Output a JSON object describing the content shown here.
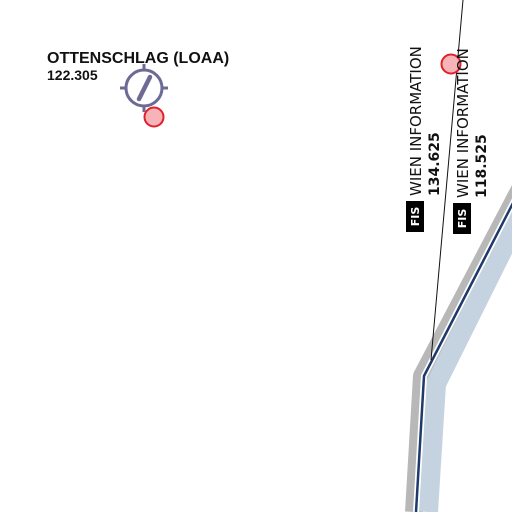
{
  "map": {
    "colors": {
      "background": "#ffffff",
      "airport_symbol": "#6e6a96",
      "waypoint_fill": "#f6b3b8",
      "waypoint_stroke": "#e0202a",
      "airspace_band": "#c5d3e0",
      "airspace_shadow": "#b8b8b8",
      "airspace_line": "#1e3a6b",
      "fis_badge": "#000000",
      "text": "#111111"
    },
    "airport": {
      "name": "OTTENSCHLAG (LOAA)",
      "frequency": "122.305",
      "icon": "airfield-icon"
    },
    "waypoints": [
      {
        "icon": "reporting-point-icon"
      },
      {
        "icon": "reporting-point-icon"
      }
    ],
    "fis_labels": [
      {
        "badge": "FIS",
        "name": "WIEN INFORMATION",
        "frequency": "134.625"
      },
      {
        "badge": "FIS",
        "name": "WIEN INFORMATION",
        "frequency": "118.525"
      }
    ]
  }
}
